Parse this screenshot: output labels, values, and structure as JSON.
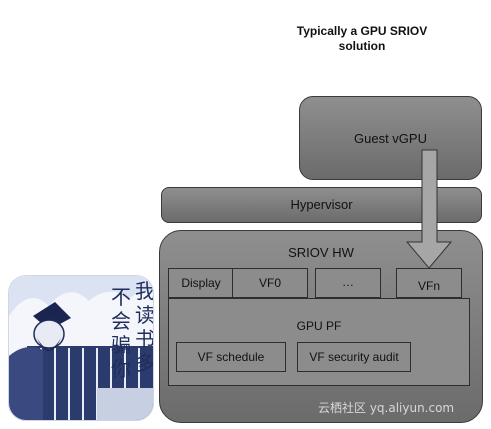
{
  "title": {
    "line1": "Typically a GPU SRIOV",
    "line2": "solution"
  },
  "guest": {
    "label": "Guest vGPU"
  },
  "hypervisor": {
    "label": "Hypervisor"
  },
  "sriov": {
    "label": "SRIOV HW",
    "display": "Display",
    "vf0": "VF0",
    "dots": "…",
    "vfn": "VFn",
    "pf": {
      "label": "GPU PF",
      "schedule": "VF schedule",
      "audit": "VF security audit"
    }
  },
  "meme": {
    "chars": [
      "不",
      "我",
      "会",
      "读",
      "骗",
      "书",
      "你",
      "多"
    ]
  },
  "watermark": "云栖社区 yq.aliyun.com",
  "colors": {
    "box_fill": "#8c8c8c",
    "border": "#2e2e2e",
    "meme_ink": "#1f2d5c"
  }
}
